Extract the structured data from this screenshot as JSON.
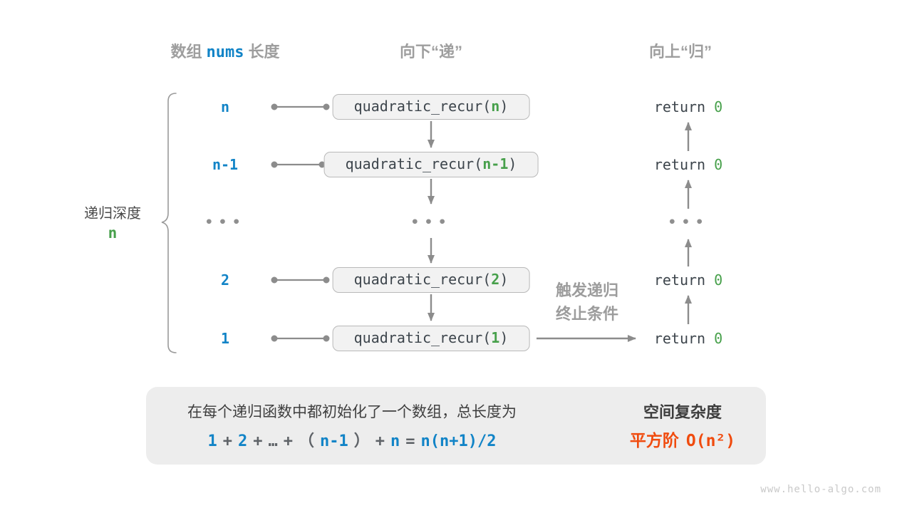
{
  "headers": {
    "left_pre": "数组",
    "left_code": "nums",
    "left_post": "长度",
    "middle": "向下“递”",
    "right": "向上“归”"
  },
  "depth_label": {
    "line1": "递归深度",
    "line2": "n"
  },
  "call": {
    "prefix": "quadratic_recur(",
    "suffix": ")"
  },
  "return_stmt": {
    "keyword": "return",
    "value": "0"
  },
  "rows": [
    {
      "num": "n",
      "arg": "n"
    },
    {
      "num": "n-1",
      "arg": "n-1"
    },
    {
      "ellipsis": "•••"
    },
    {
      "num": "2",
      "arg": "2"
    },
    {
      "num": "1",
      "arg": "1"
    }
  ],
  "annotation": {
    "line1": "触发递归",
    "line2": "终止条件"
  },
  "panel": {
    "line1": "在每个递归函数中都初始化了一个数组，总长度为",
    "formula_tokens": [
      {
        "t": "1",
        "c": "blue"
      },
      {
        "t": "+",
        "c": "gray"
      },
      {
        "t": "2",
        "c": "blue"
      },
      {
        "t": "+",
        "c": "gray"
      },
      {
        "t": "…",
        "c": "gray"
      },
      {
        "t": "+",
        "c": "gray"
      },
      {
        "t": "（",
        "c": "gray"
      },
      {
        "t": "n-1",
        "c": "blue"
      },
      {
        "t": "）",
        "c": "gray"
      },
      {
        "t": "+",
        "c": "gray"
      },
      {
        "t": "n",
        "c": "blue"
      },
      {
        "t": "=",
        "c": "gray"
      },
      {
        "t": "n(n+1)/2",
        "c": "blue"
      }
    ],
    "result_title": "空间复杂度",
    "result_class": "平方阶",
    "result_notation": "O(n²)"
  },
  "watermark": "www.hello-algo.com",
  "colors": {
    "blue": "#1284c7",
    "green": "#47a04b",
    "orange": "#f04b0e",
    "arrow_gray": "#8c8c8c",
    "box_fill": "#f2f2f2",
    "panel_fill": "#ededed"
  }
}
